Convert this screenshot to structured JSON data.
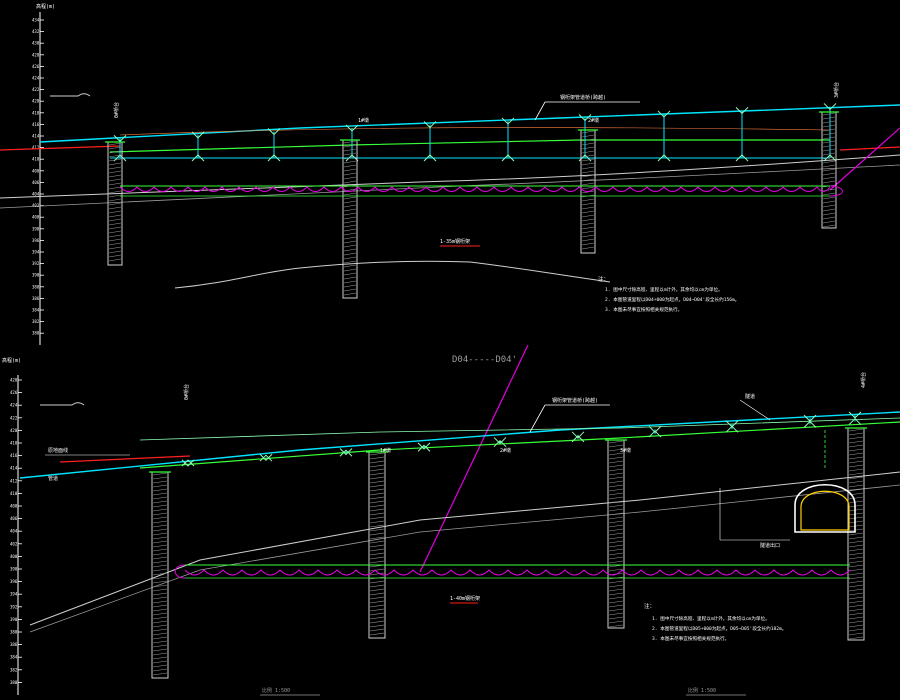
{
  "colors": {
    "background": "#000000",
    "ground": "#ffffff",
    "pipe_cyan": "#00e5ff",
    "pipe_green": "#37ff37",
    "bracket": "#8cffb0",
    "sag_magenta": "#e000e0",
    "redline": "#ff2020",
    "label_white": "#ffffff",
    "pile_hatch": "#cfcfcf"
  },
  "top_panel": {
    "elev_title": "高程(m)",
    "elev_labels": [
      "434",
      "432",
      "430",
      "428",
      "426",
      "424",
      "422",
      "420",
      "418",
      "416",
      "414",
      "412",
      "410",
      "408",
      "406",
      "404",
      "402",
      "400",
      "398",
      "396",
      "394",
      "392",
      "390",
      "388",
      "386",
      "384",
      "382",
      "380"
    ],
    "pier_labels": [
      "0#桥台",
      "1#墩",
      "2#墩",
      "3#桥台"
    ],
    "top_callout": "钢桁架管道桥(跨越)",
    "span_label": "1-35m钢桁架",
    "section_mark": "D04-----D04'",
    "notes_title": "注：",
    "notes": [
      "1. 图中尺寸除高程、里程以m计外，其余均以cm为单位。",
      "2. 本图管道里程以D04+000为起点，D04~D04'段全长约156m。",
      "3. 本图未尽事宜按照相关规范执行。"
    ]
  },
  "bottom_panel": {
    "elev_title": "高程(m)",
    "elev_labels": [
      "428",
      "426",
      "424",
      "422",
      "420",
      "418",
      "416",
      "414",
      "412",
      "410",
      "408",
      "406",
      "404",
      "402",
      "400",
      "398",
      "396",
      "394",
      "392",
      "390",
      "388",
      "386",
      "384",
      "382",
      "380"
    ],
    "pier_labels": [
      "0#桥台",
      "1#墩",
      "2#墩",
      "3#墩",
      "4#桥台"
    ],
    "top_callout": "钢桁架管道桥(跨越)",
    "left_callout": "原地面线",
    "left_callout2": "管道",
    "side_callout": "隧道",
    "tunnel_callout": "隧道出口",
    "span_label": "1-40m钢桁架",
    "notes_title": "注：",
    "notes": [
      "1. 图中尺寸除高程、里程以m计外，其余均以cm为单位。",
      "2. 本图管道里程以D05+000为起点，D05~D05'段全长约182m。",
      "3. 本图未尽事宜按照相关规范执行。"
    ],
    "scale_left": "比例 1:500",
    "scale_right": "比例 1:500"
  }
}
